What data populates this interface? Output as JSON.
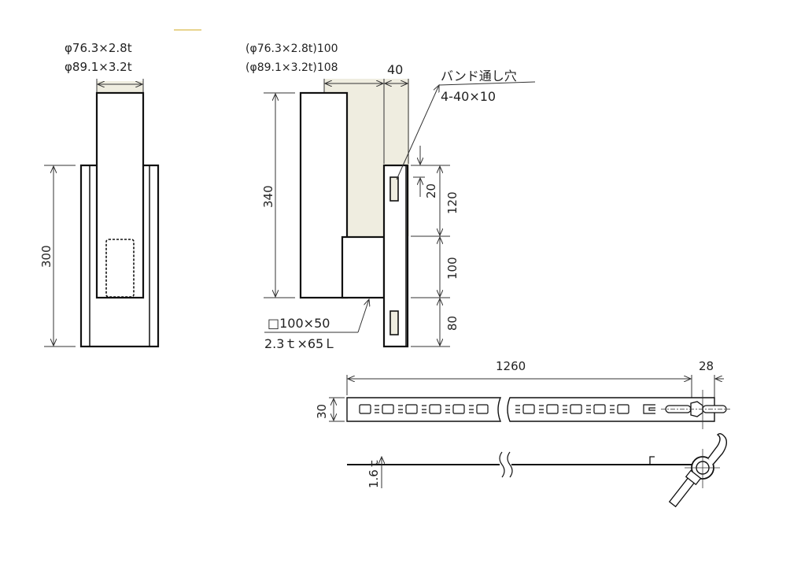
{
  "colors": {
    "shade": "#efede0",
    "line": "#111111",
    "dim": "#333333",
    "accent_line": "#e0c66a"
  },
  "front_view": {
    "pipe_label_1": "φ76.3×2.8t",
    "pipe_label_2": "φ89.1×3.2t",
    "height_dim": "300"
  },
  "side_view": {
    "offset_label_1": "(φ76.3×2.8t)100",
    "offset_label_2": "(φ89.1×3.2t)108",
    "width_dim": "40",
    "height_dim": "340",
    "band_hole_label": "バンド通し穴",
    "band_hole_spec": "4-40×10",
    "tube_label": "□100×50",
    "tube_spec": "2.3ｔ×65Ｌ",
    "dims_right": [
      "20",
      "120",
      "100",
      "80"
    ]
  },
  "band_view": {
    "length_dim": "1260",
    "end_dim": "28",
    "width_dim": "30",
    "thickness_dim": "1.6ｔ"
  }
}
